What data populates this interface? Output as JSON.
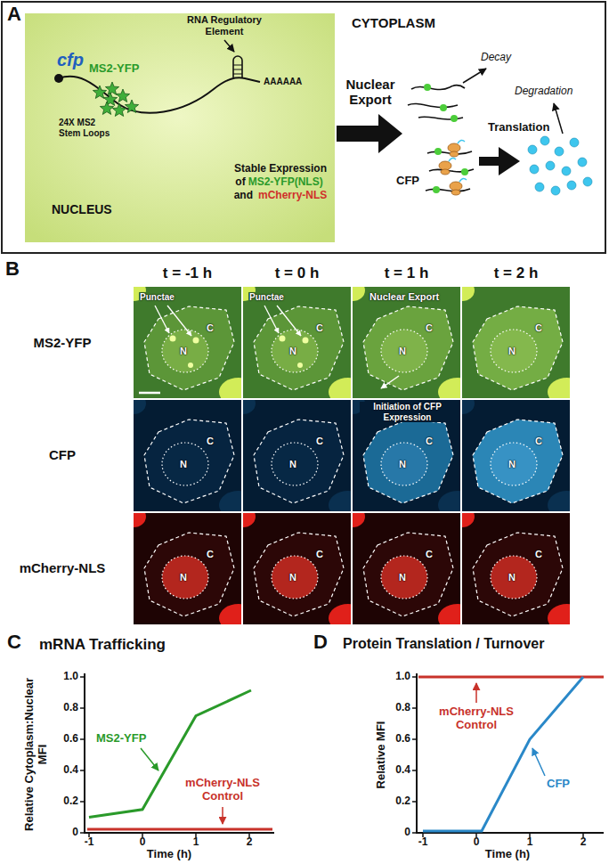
{
  "diagram": {
    "nodes": [
      {
        "text": [
          "CYTOPLASM"
        ]
      },
      {
        "text": [
          "NUCLEUS"
        ],
        "in": 0
      },
      {
        "text": [
          "Punctae",
          "N",
          "C"
        ]
      },
      {
        "text": [
          "Punctae",
          "N",
          "C"
        ]
      },
      {
        "text": [
          "Nuclear Export",
          "N",
          "C"
        ]
      },
      {
        "text": [
          "N",
          "C"
        ]
      },
      {
        "text": [
          "N",
          "C"
        ]
      },
      {
        "text": [
          "N",
          "C"
        ]
      },
      {
        "text": [
          "Initiation of CFP Expression",
          "N",
          "C"
        ]
      },
      {
        "text": [
          "N",
          "C"
        ]
      },
      {
        "text": [
          "N",
          "C"
        ]
      },
      {
        "text": [
          "N",
          "C"
        ]
      },
      {
        "text": [
          "N",
          "C"
        ]
      },
      {
        "text": [
          "N",
          "C"
        ]
      }
    ],
    "labels": [
      "A",
      "cfp",
      "MS2-YFP",
      "24X MS2 Stem Loops",
      "RNA Regulatory Element",
      "AAAAAA",
      "Stable Expression of",
      "MS2-YFP(NLS)",
      "and",
      "mCherry-NLS",
      "Nuclear Export",
      "Decay",
      "Degradation",
      "Translation",
      "CFP",
      "B",
      "t = -1 h",
      "t = 0 h",
      "t = 1 h",
      "t = 2 h",
      "MS2-YFP",
      "CFP",
      "mCherry-NLS",
      "C",
      "mRNA Trafficking",
      "Relative Cytoplasm:Nuclear MFI",
      "1.0",
      "0.8",
      "0.6",
      "0.4",
      "0.2",
      "0",
      "-1",
      "0",
      "1",
      "2",
      "Time (h)",
      "MS2-YFP",
      "mCherry-NLS Control",
      "D",
      "Protein Translation / Turnover",
      "Relative MFI",
      "1.0",
      "0.8",
      "0.6",
      "0.4",
      "0.2",
      "0",
      "-1",
      "0",
      "1",
      "2",
      "Time (h)",
      "mCherry-NLS Control",
      "CFP"
    ]
  }
}
